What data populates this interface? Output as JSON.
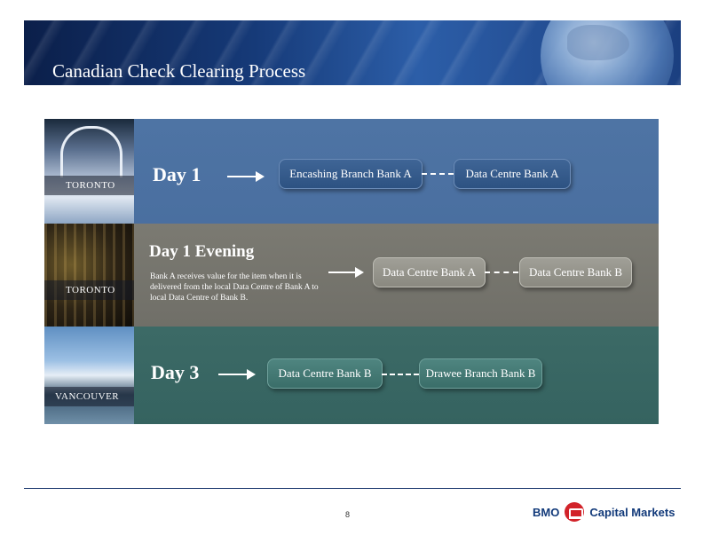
{
  "header": {
    "title": "Canadian Check Clearing Process"
  },
  "rows": [
    {
      "city": "TORONTO",
      "day": "Day 1",
      "box_from": "Encashing Branch Bank A",
      "box_to": "Data Centre Bank A"
    },
    {
      "city": "TORONTO",
      "day": "Day 1 Evening",
      "description": "Bank A receives value for the item when it is delivered from the local Data Centre of Bank A to local Data Centre of Bank B.",
      "box_from": "Data Centre Bank A",
      "box_to": "Data Centre Bank B"
    },
    {
      "city": "VANCOUVER",
      "day": "Day 3",
      "box_from": "Data Centre Bank B",
      "box_to": "Drawee Branch Bank B"
    }
  ],
  "footer": {
    "page_number": "8",
    "logo_bmo": "BMO",
    "logo_cm": "Capital Markets"
  },
  "colors": {
    "day1_band": "#4e74a4",
    "evening_band": "#7b7a72",
    "day3_band": "#3c6a66",
    "brand_blue": "#123a7a",
    "brand_red": "#d2232a"
  }
}
